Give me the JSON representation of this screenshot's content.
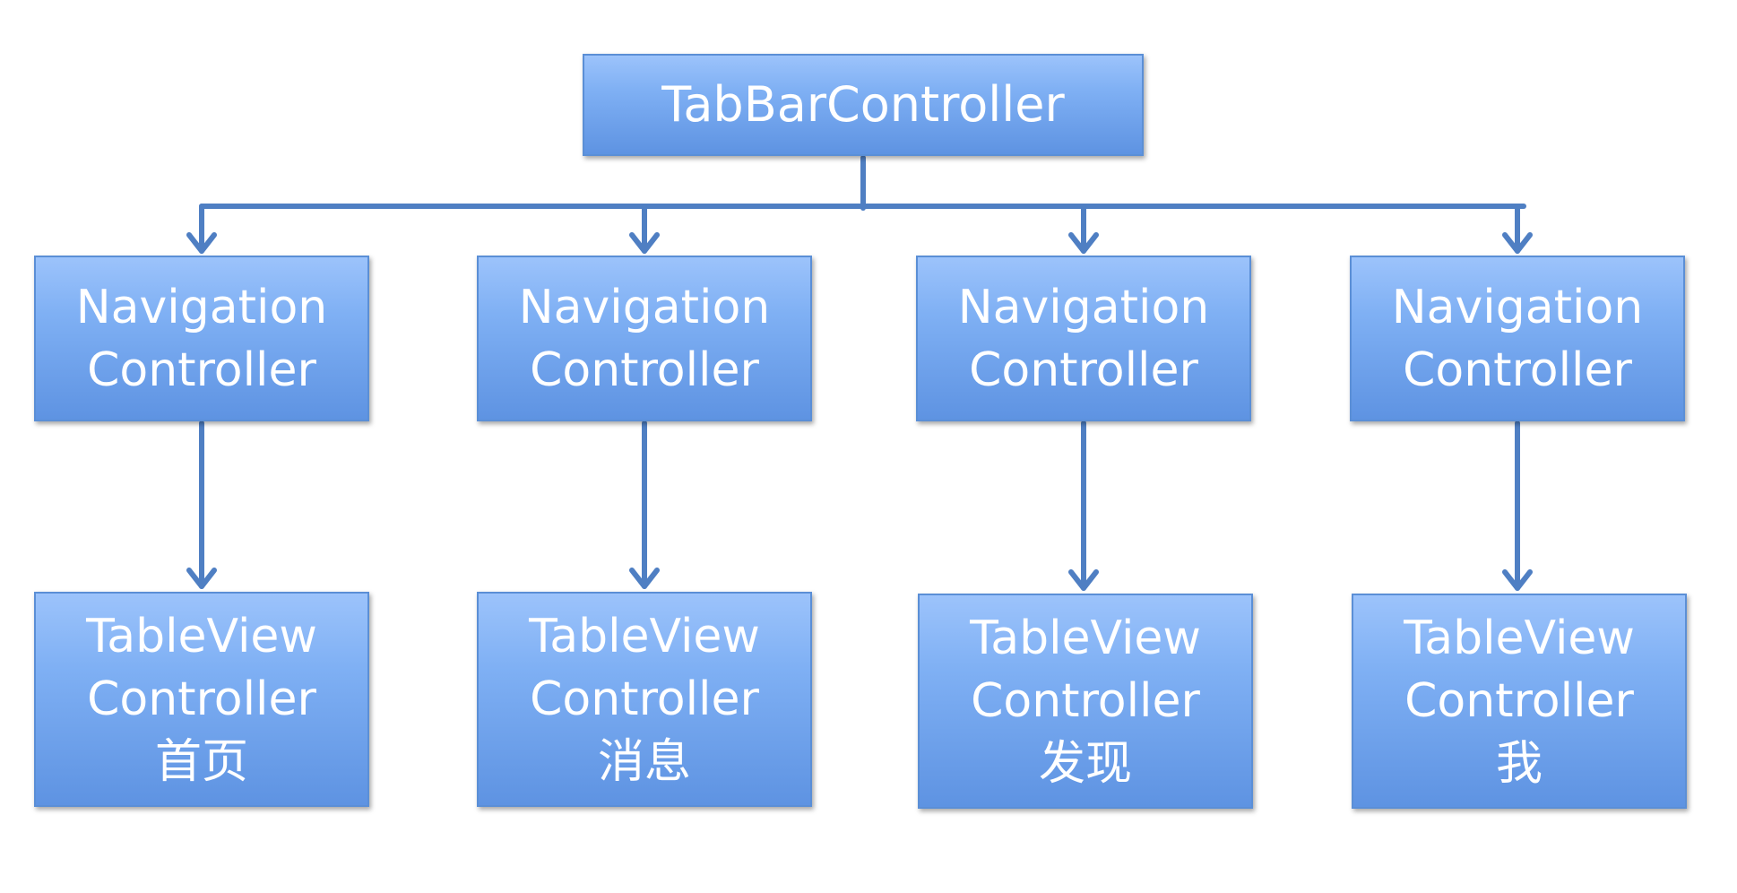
{
  "root": {
    "label": "TabBarController"
  },
  "navigation_controllers": [
    {
      "line1": "Navigation",
      "line2": "Controller"
    },
    {
      "line1": "Navigation",
      "line2": "Controller"
    },
    {
      "line1": "Navigation",
      "line2": "Controller"
    },
    {
      "line1": "Navigation",
      "line2": "Controller"
    }
  ],
  "table_view_controllers": [
    {
      "line1": "TableView",
      "line2": "Controller",
      "tab": "首页"
    },
    {
      "line1": "TableView",
      "line2": "Controller",
      "tab": "消息"
    },
    {
      "line1": "TableView",
      "line2": "Controller",
      "tab": "发现"
    },
    {
      "line1": "TableView",
      "line2": "Controller",
      "tab": "我"
    }
  ],
  "colors": {
    "box_top": "#9cc3fb",
    "box_bottom": "#5e93e2",
    "box_border": "#5b8fd6",
    "connector": "#4f7fc3",
    "text": "#ffffff"
  }
}
